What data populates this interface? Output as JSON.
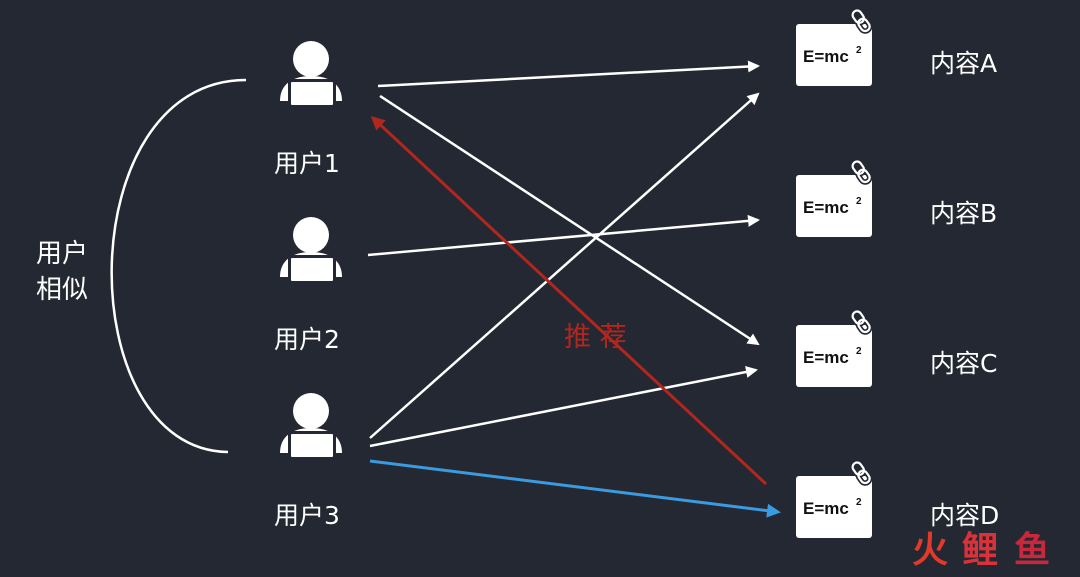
{
  "similarity_label": {
    "line1": "用户",
    "line2": "相似"
  },
  "users": [
    {
      "id": "u1",
      "label": "用户1"
    },
    {
      "id": "u2",
      "label": "用户2"
    },
    {
      "id": "u3",
      "label": "用户3"
    }
  ],
  "contents": [
    {
      "id": "A",
      "label": "内容A",
      "formula": "E=mc",
      "formula_sup": "2"
    },
    {
      "id": "B",
      "label": "内容B",
      "formula": "E=mc",
      "formula_sup": "2"
    },
    {
      "id": "C",
      "label": "内容C",
      "formula": "E=mc",
      "formula_sup": "2"
    },
    {
      "id": "D",
      "label": "内容D",
      "formula": "E=mc",
      "formula_sup": "2"
    }
  ],
  "edges": [
    {
      "from": "u1",
      "to": "A",
      "kind": "interaction"
    },
    {
      "from": "u1",
      "to": "C",
      "kind": "interaction"
    },
    {
      "from": "u2",
      "to": "B",
      "kind": "interaction"
    },
    {
      "from": "u3",
      "to": "A",
      "kind": "interaction"
    },
    {
      "from": "u3",
      "to": "C",
      "kind": "interaction"
    },
    {
      "from": "u3",
      "to": "D",
      "kind": "highlight"
    },
    {
      "from": "D",
      "to": "u1",
      "kind": "recommend"
    }
  ],
  "recommend_label": "推 荐",
  "watermark": {
    "chars": [
      "火",
      "鲤",
      "鱼"
    ]
  },
  "colors": {
    "background": "#232832",
    "line": "#ffffff",
    "highlight": "#3a9be0",
    "recommend": "#b3261e",
    "watermark": [
      "#e23a2a",
      "#d8323a",
      "#c9283c"
    ]
  },
  "icons": {
    "user": "user-laptop-icon",
    "content": "formula-document-icon",
    "link": "link-icon"
  }
}
